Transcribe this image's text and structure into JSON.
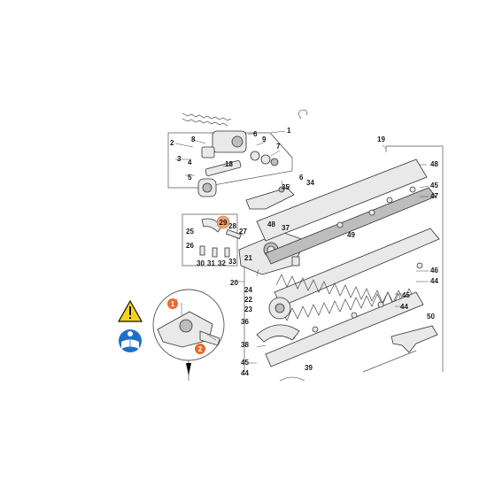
{
  "diagram": {
    "callouts": [
      {
        "id": "c1",
        "text": "1"
      },
      {
        "id": "c2",
        "text": "2"
      },
      {
        "id": "c3",
        "text": "3"
      },
      {
        "id": "c4",
        "text": "4"
      },
      {
        "id": "c5",
        "text": "5"
      },
      {
        "id": "c6a",
        "text": "6"
      },
      {
        "id": "c7",
        "text": "7"
      },
      {
        "id": "c8",
        "text": "8"
      },
      {
        "id": "c9",
        "text": "9"
      },
      {
        "id": "c18",
        "text": "18"
      },
      {
        "id": "c6b",
        "text": "6"
      },
      {
        "id": "c34",
        "text": "34"
      },
      {
        "id": "c35",
        "text": "35"
      },
      {
        "id": "c19",
        "text": "19"
      },
      {
        "id": "c48a",
        "text": "48"
      },
      {
        "id": "c45a",
        "text": "45"
      },
      {
        "id": "c47",
        "text": "47"
      },
      {
        "id": "c25",
        "text": "25"
      },
      {
        "id": "c28",
        "text": "28"
      },
      {
        "id": "c27",
        "text": "27"
      },
      {
        "id": "c26",
        "text": "26"
      },
      {
        "id": "c30",
        "text": "30"
      },
      {
        "id": "c31",
        "text": "31"
      },
      {
        "id": "c32",
        "text": "32"
      },
      {
        "id": "c33",
        "text": "33"
      },
      {
        "id": "c48b",
        "text": "48"
      },
      {
        "id": "c37",
        "text": "37"
      },
      {
        "id": "c49",
        "text": "49"
      },
      {
        "id": "c21",
        "text": "21"
      },
      {
        "id": "c20",
        "text": "20"
      },
      {
        "id": "c24",
        "text": "24"
      },
      {
        "id": "c22",
        "text": "22"
      },
      {
        "id": "c23",
        "text": "23"
      },
      {
        "id": "c36",
        "text": "36"
      },
      {
        "id": "c46",
        "text": "46"
      },
      {
        "id": "c44a",
        "text": "44"
      },
      {
        "id": "c45b",
        "text": "45"
      },
      {
        "id": "c44b",
        "text": "44"
      },
      {
        "id": "c50",
        "text": "50"
      },
      {
        "id": "c38",
        "text": "38"
      },
      {
        "id": "c45c",
        "text": "45"
      },
      {
        "id": "c44c",
        "text": "44"
      },
      {
        "id": "c39",
        "text": "39"
      }
    ],
    "highlight_callout": "29",
    "step_markers": [
      "1",
      "2"
    ],
    "colors": {
      "highlight": "#f0a070",
      "step": "#e86a2a",
      "warning_fill": "#f7d21c",
      "info_fill": "#1e6fc8",
      "line": "#333333"
    },
    "icons": [
      "warning-triangle-icon",
      "read-manual-icon"
    ]
  }
}
